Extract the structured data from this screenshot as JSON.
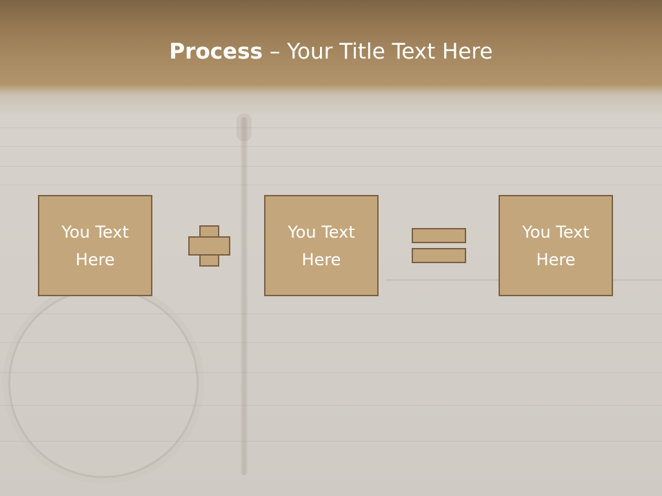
{
  "slide": {
    "title_bold": "Process",
    "title_rest": " – Your Title Text Here",
    "boxes": [
      {
        "line1": "You Text",
        "line2": "Here"
      },
      {
        "line1": "You Text",
        "line2": "Here"
      },
      {
        "line1": "You Text",
        "line2": "Here"
      }
    ]
  },
  "colors": {
    "box_fill": "#c4a67c",
    "box_border": "#7a6146",
    "header_brown": "#977a54",
    "background": "#d3cfc9",
    "text": "#ffffff"
  },
  "icons": {
    "operator_1": "plus-icon",
    "operator_2": "equals-icon"
  }
}
